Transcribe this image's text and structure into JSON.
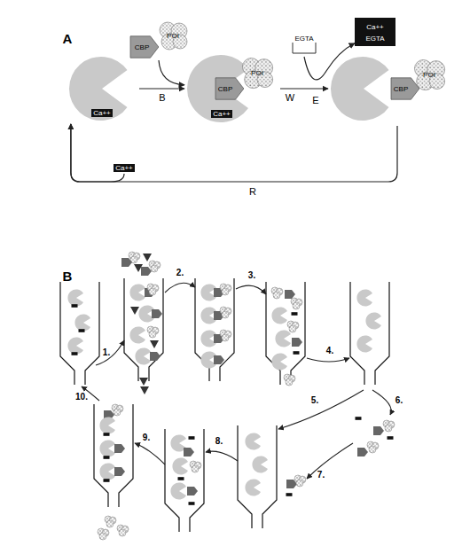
{
  "diagram": {
    "nodes": [
      {
        "text": [
          "Ca++"
        ]
      },
      {
        "text": [
          "CBP",
          "POI"
        ]
      },
      {
        "text": [
          "CBP",
          "POI",
          "Ca++"
        ]
      },
      {
        "text": [
          "EGTA"
        ]
      },
      {
        "text": [
          "Ca++",
          "EGTA"
        ]
      },
      {
        "text": [
          "CBP",
          "POI"
        ]
      },
      {
        "text": [
          "Ca++"
        ]
      }
    ],
    "edges": [
      {
        "from": 0,
        "to": 2,
        "arrow": "to",
        "label": "B"
      },
      {
        "from": 1,
        "to": 2,
        "arrow": "to"
      },
      {
        "from": 2,
        "to": 5,
        "arrow": "to",
        "label": "W"
      },
      {
        "from": 3,
        "to": 4,
        "arrow": "to",
        "label": "E"
      },
      {
        "from": 5,
        "to": 0,
        "arrow": "to",
        "label": "R"
      },
      {
        "from": 6,
        "to": 0,
        "arrow": "to"
      }
    ],
    "labels": [
      "A",
      "B",
      "1.",
      "2.",
      "3.",
      "4.",
      "5.",
      "6.",
      "7.",
      "8.",
      "9.",
      "10."
    ]
  }
}
